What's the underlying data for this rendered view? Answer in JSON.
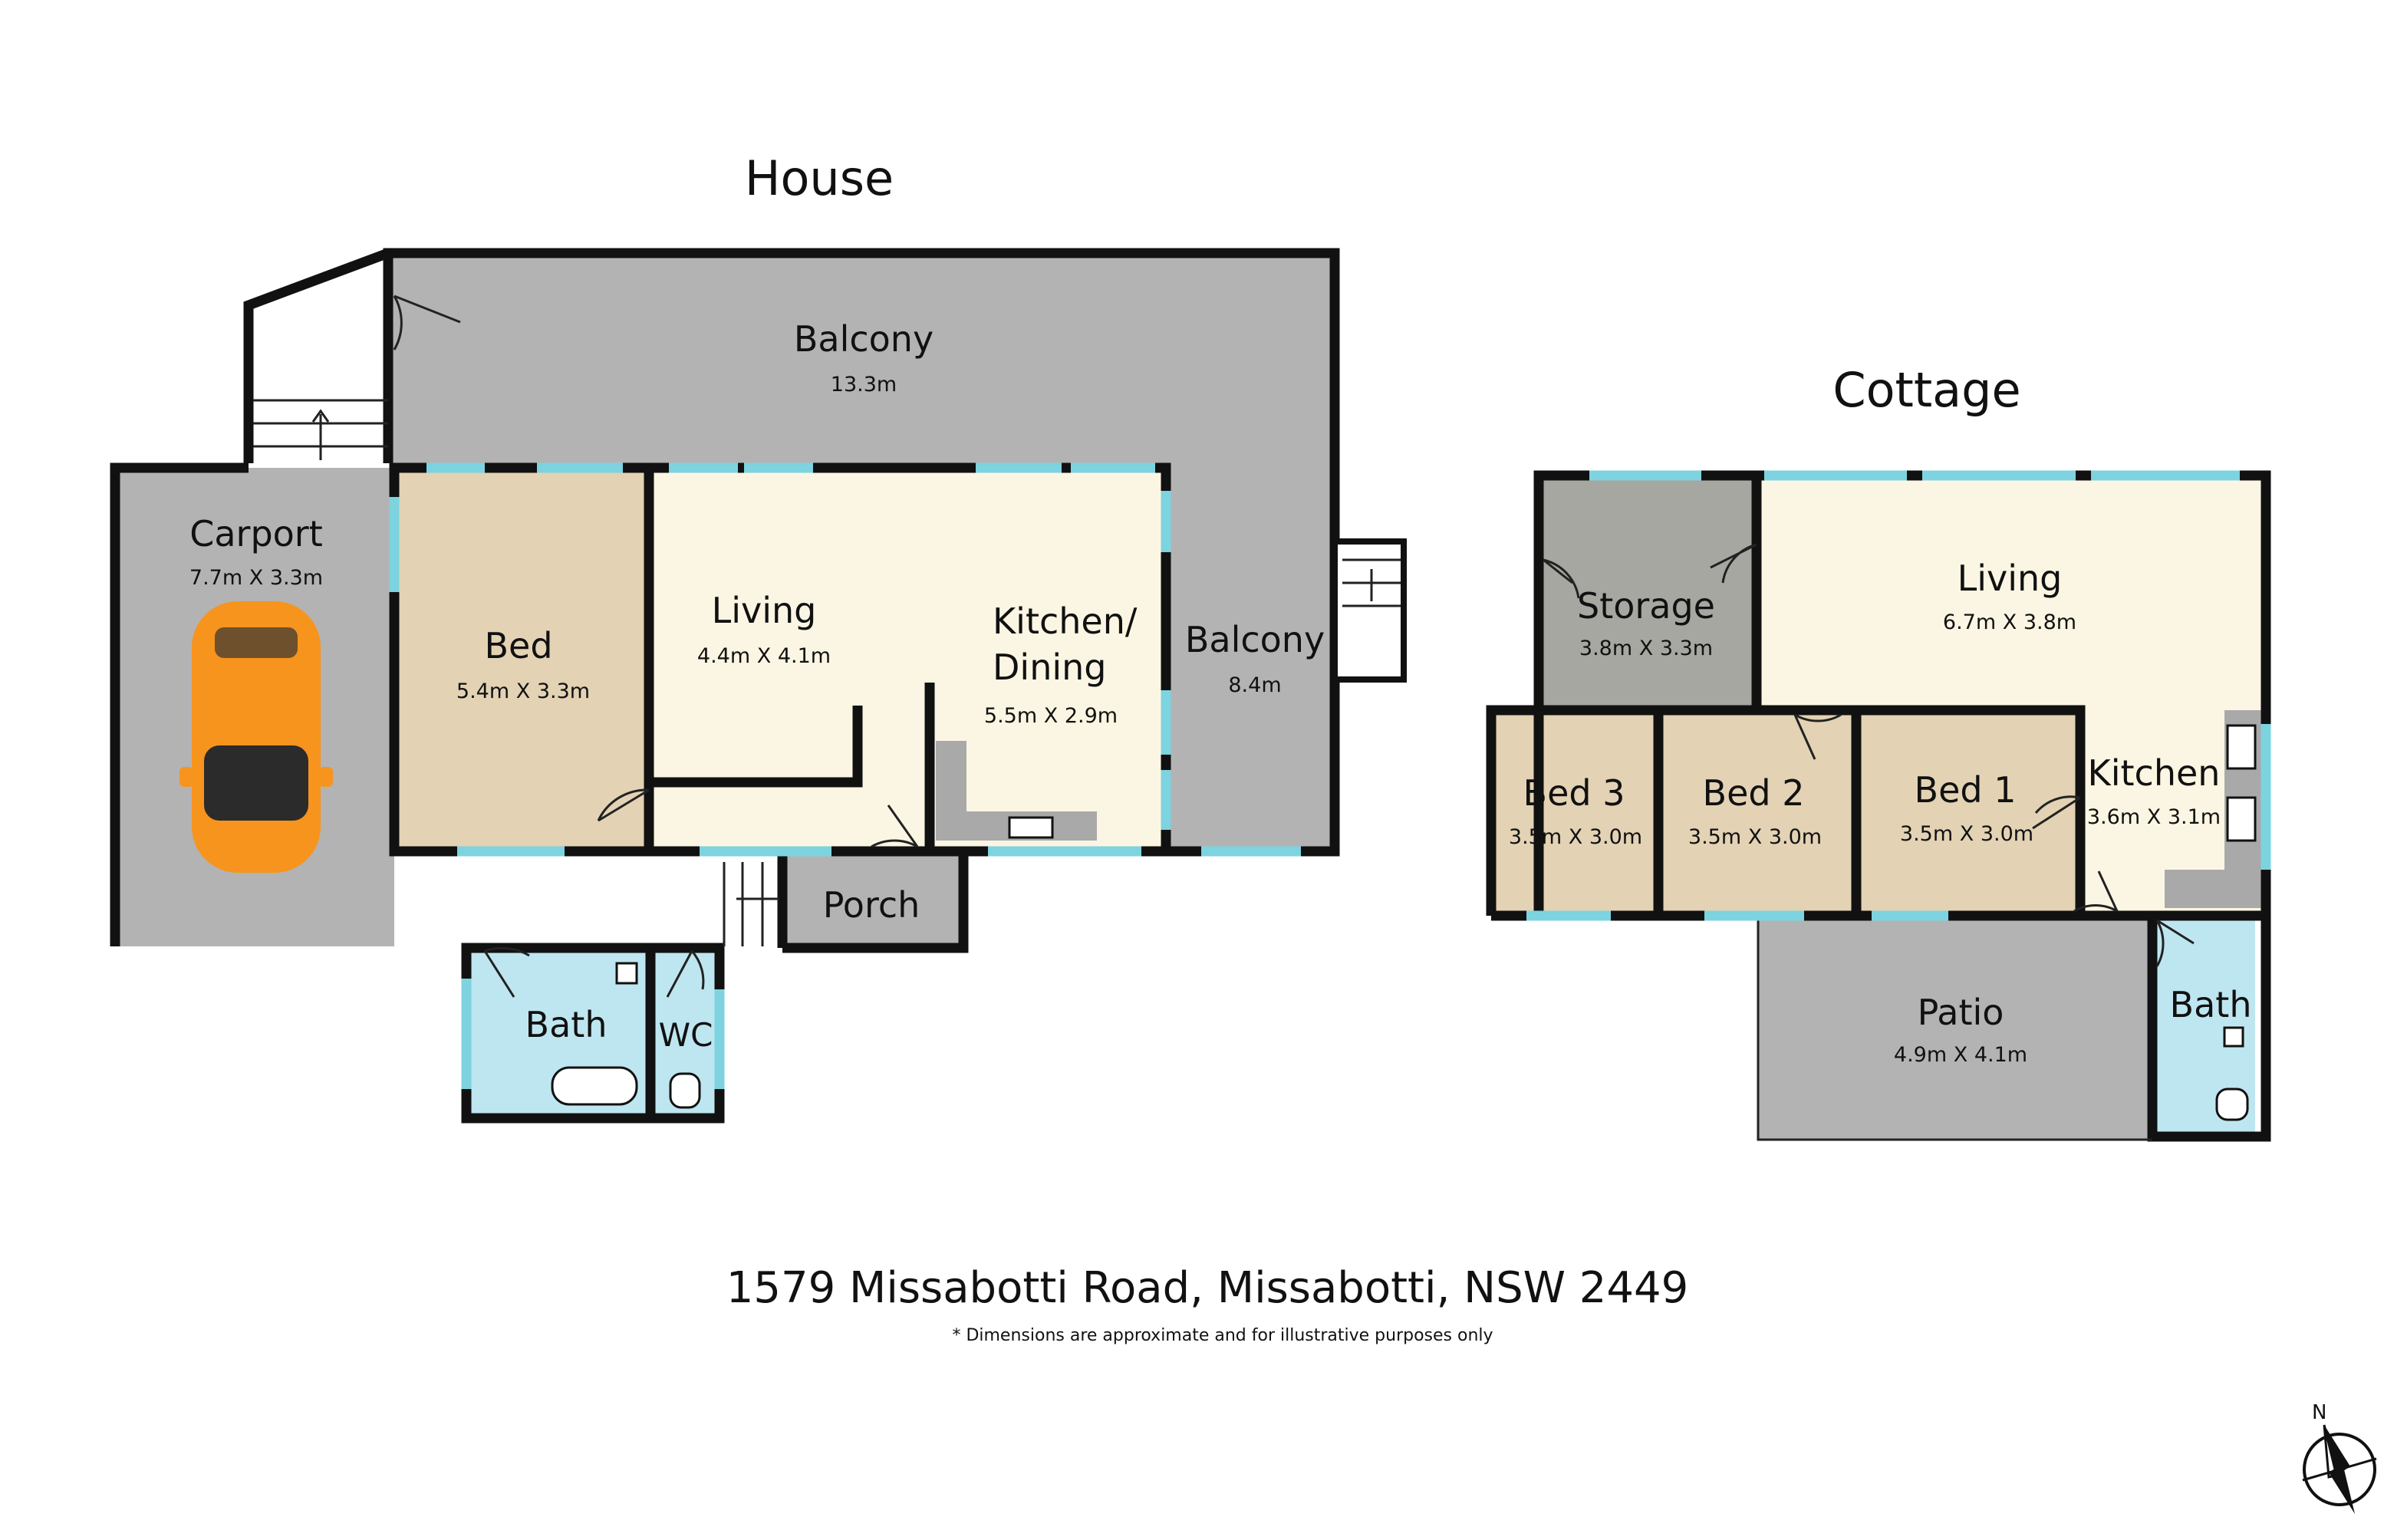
{
  "headings": {
    "house": "House",
    "cottage": "Cottage"
  },
  "house_rooms": {
    "balcony_top": {
      "name": "Balcony",
      "dim": "13.3m"
    },
    "carport": {
      "name": "Carport",
      "dim": "7.7m X 3.3m"
    },
    "bed": {
      "name": "Bed",
      "dim": "5.4m X 3.3m"
    },
    "living": {
      "name": "Living",
      "dim": "4.4m X 4.1m"
    },
    "kitchen": {
      "name_line1": "Kitchen/",
      "name_line2": "Dining",
      "dim": "5.5m X 2.9m"
    },
    "balcony_side": {
      "name": "Balcony",
      "dim": "8.4m"
    },
    "porch": {
      "name": "Porch"
    },
    "bath": {
      "name": "Bath"
    },
    "wc": {
      "name": "WC"
    }
  },
  "cottage_rooms": {
    "storage": {
      "name": "Storage",
      "dim": "3.8m X 3.3m"
    },
    "living": {
      "name": "Living",
      "dim": "6.7m X 3.8m"
    },
    "bed3": {
      "name": "Bed 3",
      "dim": "3.5m X 3.0m"
    },
    "bed2": {
      "name": "Bed 2",
      "dim": "3.5m X 3.0m"
    },
    "bed1": {
      "name": "Bed 1",
      "dim": "3.5m X 3.0m"
    },
    "kitchen": {
      "name": "Kitchen",
      "dim": "3.6m X 3.1m"
    },
    "patio": {
      "name": "Patio",
      "dim": "4.9m X 4.1m"
    },
    "bath": {
      "name": "Bath"
    }
  },
  "address": "1579 Missabotti Road, Missabotti, NSW 2449",
  "disclaimer": "* Dimensions are approximate and for illustrative purposes only",
  "compass": {
    "label": "N"
  },
  "colors": {
    "outdoor": "#b3b3b3",
    "bed": "#e3d2b4",
    "living": "#fbf6e3",
    "storage": "#a7a7a1",
    "bath": "#bee6f0",
    "window": "#7dd3df",
    "car": "#f7941d",
    "wall": "#111111"
  }
}
